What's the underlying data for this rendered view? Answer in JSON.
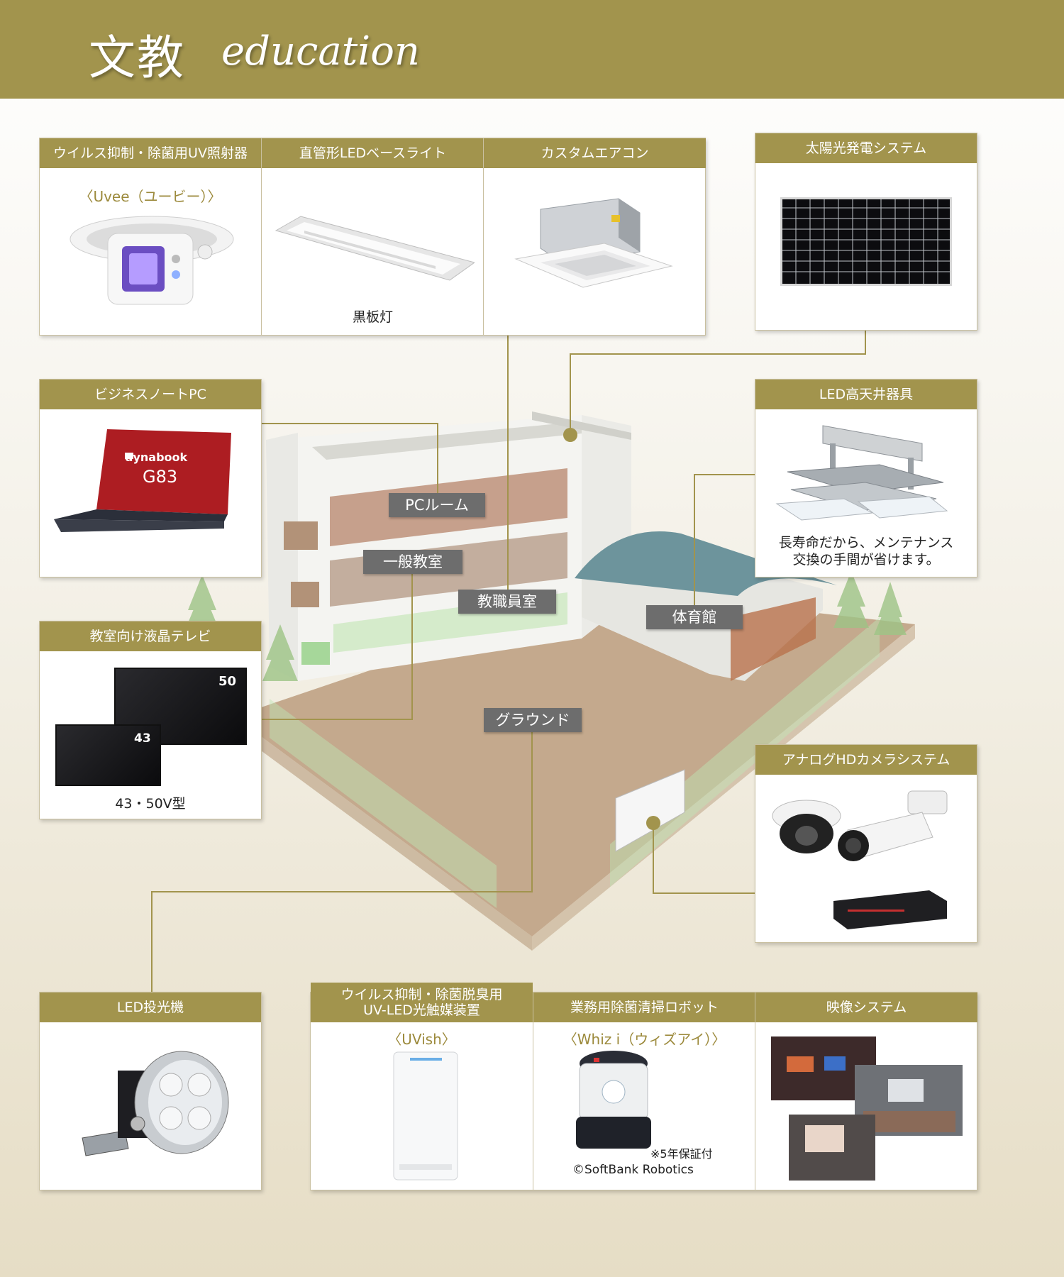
{
  "header": {
    "title": "文教",
    "subtitle": "education"
  },
  "products": {
    "uv": {
      "title": "ウイルス抑制・除菌用UV照射器",
      "sub": "〈Uvee（ユービー）〉"
    },
    "ledbase": {
      "title": "直管形LEDベースライト",
      "caption": "黒板灯"
    },
    "aircon": {
      "title": "カスタムエアコン"
    },
    "solar": {
      "title": "太陽光発電システム"
    },
    "pc": {
      "title": "ビジネスノートPC",
      "brand": "dynabook",
      "model": "G83"
    },
    "highbay": {
      "title": "LED高天井器具",
      "caption1": "長寿命だから、メンテナンス",
      "caption2": "交換の手間が省けます。"
    },
    "tv": {
      "title": "教室向け液晶テレビ",
      "size_large": "50",
      "size_small": "43",
      "caption": "43・50V型"
    },
    "camera": {
      "title": "アナログHDカメラシステム"
    },
    "flood": {
      "title": "LED投光機"
    },
    "uvish": {
      "title1": "ウイルス抑制・除菌脱臭用",
      "title2": "UV-LED光触媒装置",
      "sub": "〈UVish〉"
    },
    "robot": {
      "title": "業務用除菌清掃ロボット",
      "sub": "〈Whiz i（ウィズアイ）〉",
      "note1": "※5年保証付",
      "note2": "©SoftBank Robotics"
    },
    "video": {
      "title": "映像システム"
    }
  },
  "places": {
    "pc_room": "PCルーム",
    "classroom": "一般教室",
    "staff_room": "教職員室",
    "gym": "体育館",
    "ground": "グラウンド"
  },
  "colors": {
    "accent": "#a2944d",
    "tag": "#6d6d6d",
    "sub_text": "#9c8a3c"
  }
}
